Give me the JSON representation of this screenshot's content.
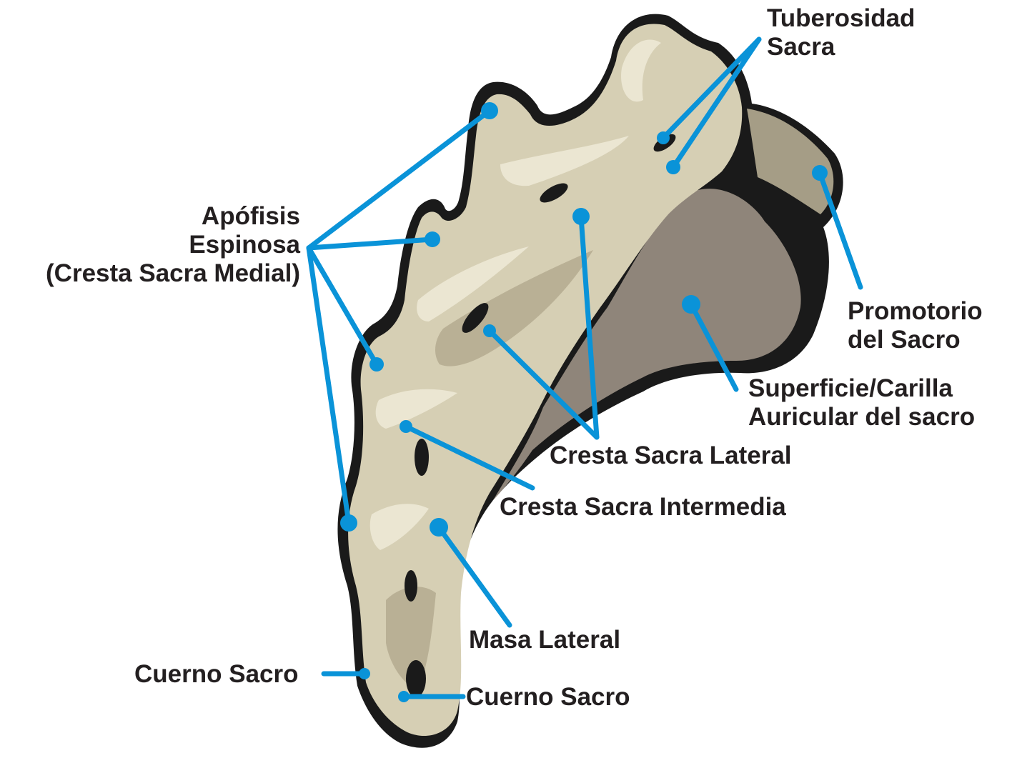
{
  "colors": {
    "leader": "#0a93d8",
    "text": "#231f20",
    "bone_light": "#ddd6bd",
    "bone_mid": "#c9bf9f",
    "bone_dark": "#a59d86",
    "auricular": "#8f857a",
    "outline": "#1a1a1a"
  },
  "labels": {
    "tuberosidad": [
      "Tuberosidad",
      "Sacra"
    ],
    "apofisis": [
      "Apófisis",
      "Espinosa",
      "(Cresta Sacra Medial)"
    ],
    "promotorio": [
      "Promotorio",
      "del Sacro"
    ],
    "superficie": [
      "Superficie/Carilla",
      "Auricular del sacro"
    ],
    "cresta_lateral": "Cresta Sacra Lateral",
    "cresta_intermedia": "Cresta Sacra Intermedia",
    "masa_lateral": "Masa Lateral",
    "cuerno_izq": "Cuerno Sacro",
    "cuerno_der": "Cuerno Sacro"
  }
}
